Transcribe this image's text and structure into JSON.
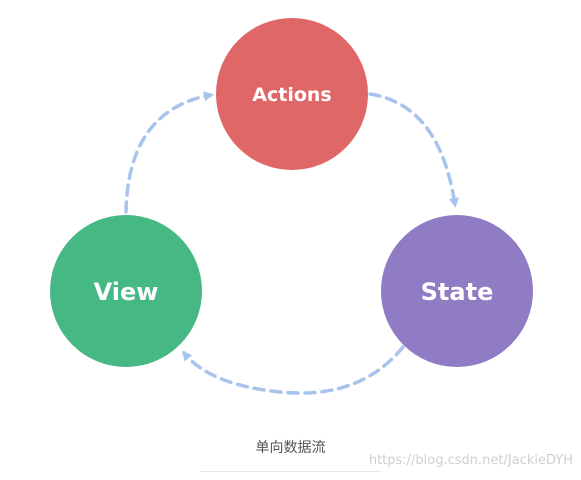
{
  "diagram": {
    "nodes": {
      "actions": {
        "label": "Actions",
        "color": "#e06767"
      },
      "state": {
        "label": "State",
        "color": "#8f7cc4"
      },
      "view": {
        "label": "View",
        "color": "#45b884"
      }
    },
    "edges": [
      {
        "from": "Actions",
        "to": "State"
      },
      {
        "from": "State",
        "to": "View"
      },
      {
        "from": "View",
        "to": "Actions"
      }
    ],
    "edge_color": "#a8c4ee"
  },
  "caption": "单向数据流",
  "watermark": "https://blog.csdn.net/JackieDYH"
}
